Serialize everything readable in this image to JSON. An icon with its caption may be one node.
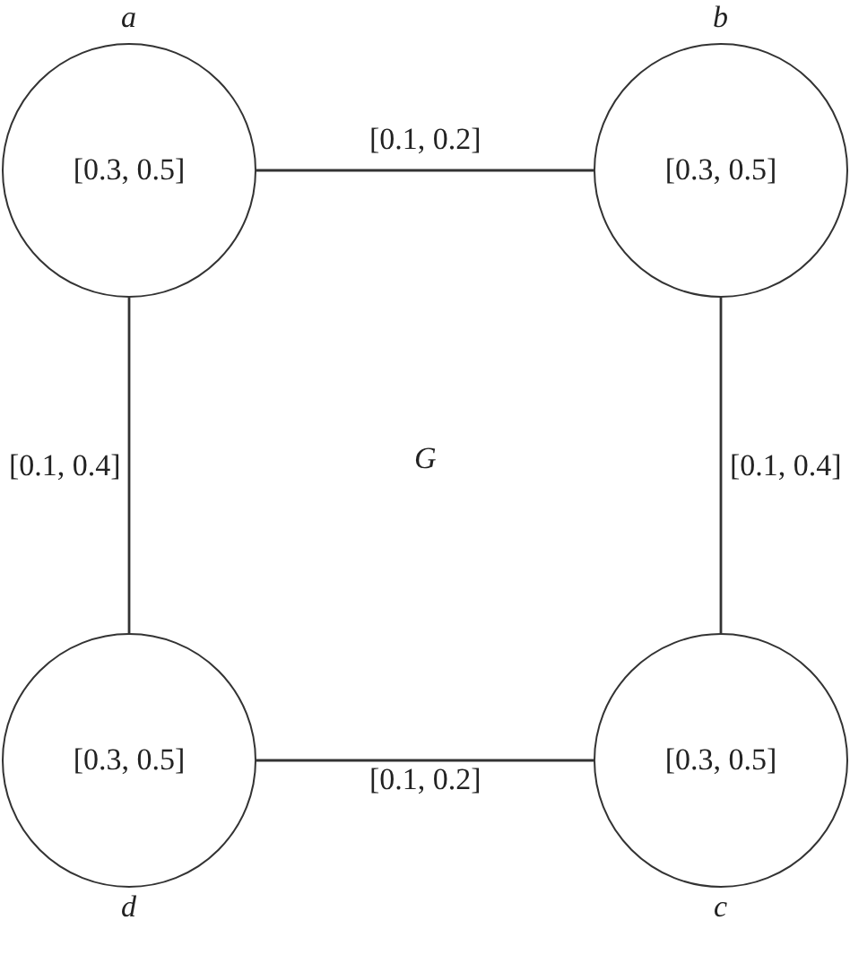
{
  "diagram": {
    "nodes": [
      {
        "text": [
          "[0.3, 0.5]"
        ],
        "beside": [
          "a"
        ]
      },
      {
        "text": [
          "[0.3, 0.5]"
        ],
        "beside": [
          "b"
        ]
      },
      {
        "text": [
          "[0.3, 0.5]"
        ],
        "beside": [
          "d"
        ]
      },
      {
        "text": [
          "[0.3, 0.5]"
        ],
        "beside": [
          "c"
        ]
      }
    ],
    "edges": [
      {
        "from": 0,
        "to": 1,
        "arrow": "none",
        "label": "[0.1, 0.2]"
      },
      {
        "from": 0,
        "to": 2,
        "arrow": "none",
        "label": "[0.1, 0.4]"
      },
      {
        "from": 1,
        "to": 3,
        "arrow": "none",
        "label": "[0.1, 0.4]"
      },
      {
        "from": 2,
        "to": 3,
        "arrow": "none",
        "label": "[0.1, 0.2]"
      }
    ],
    "labels": [
      "G"
    ]
  }
}
